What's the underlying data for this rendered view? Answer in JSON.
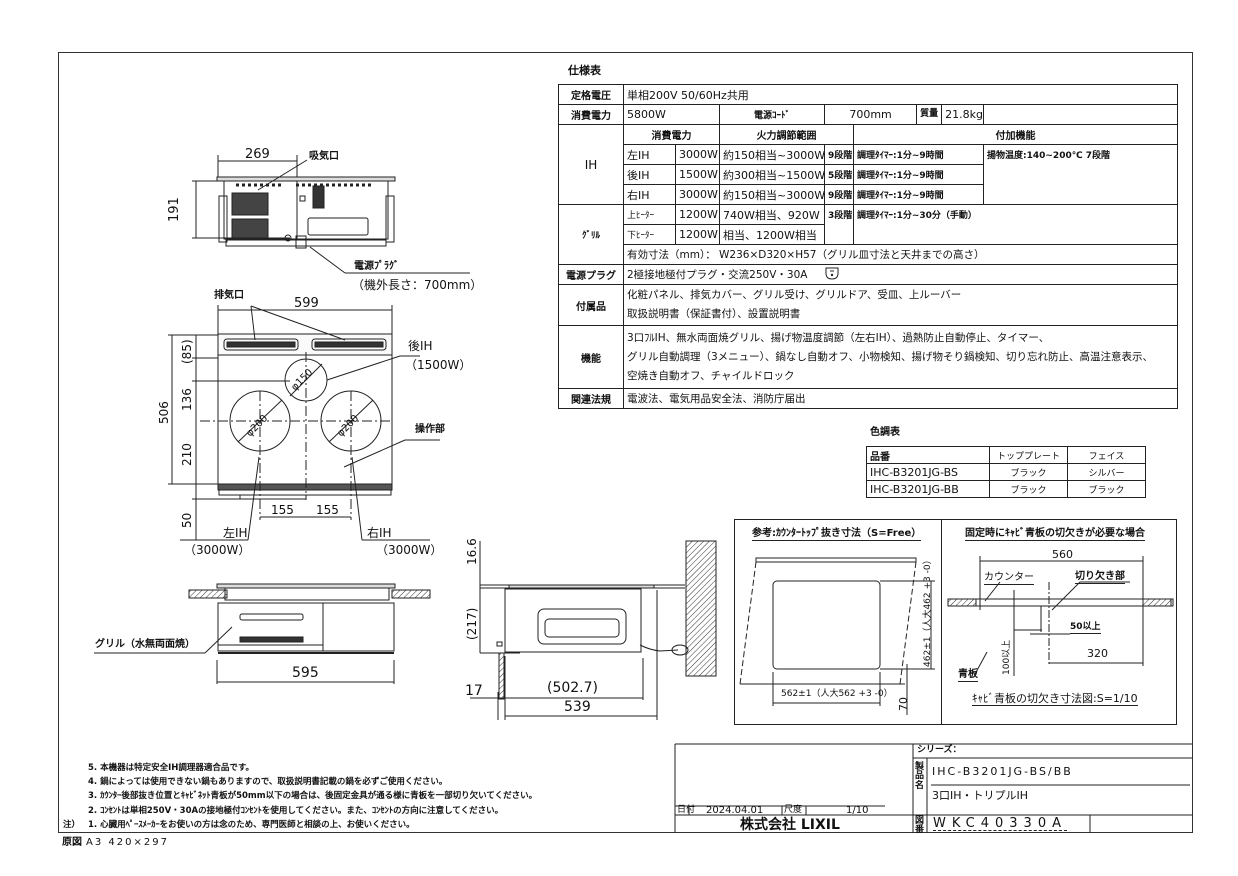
{
  "spec_table": {
    "title": "仕様表",
    "rated_voltage": {
      "label": "定格電圧",
      "value": "単相200V 50/60Hz共用"
    },
    "power_consumption": {
      "label": "消費電力",
      "value": "5800W",
      "cord_label": "電源ｺｰﾄﾞ",
      "cord_value": "700mm",
      "mass_label": "質量",
      "mass_value": "21.8kg"
    },
    "ih": {
      "label": "IH",
      "headers": {
        "power": "消費電力",
        "range": "火力調節範囲",
        "extra": "付加機能"
      },
      "rows": [
        {
          "name": "左IH",
          "power": "3000W",
          "range": "約150相当~3000W",
          "steps": "9段階",
          "timer": "調理ﾀｲﾏｰ:1分~9時間"
        },
        {
          "name": "後IH",
          "power": "1500W",
          "range": "約300相当~1500W",
          "steps": "5段階",
          "timer": "調理ﾀｲﾏｰ:1分~9時間"
        },
        {
          "name": "右IH",
          "power": "3000W",
          "range": "約150相当~3000W",
          "steps": "9段階",
          "timer": "調理ﾀｲﾏｰ:1分~9時間"
        }
      ],
      "fry_temp": "揚物温度:140~200℃  7段階"
    },
    "grill": {
      "label": "ｸﾞﾘﾙ",
      "rows": [
        {
          "name": "上ﾋｰﾀｰ",
          "power": "1200W",
          "range": "740W相当、920W"
        },
        {
          "name": "下ﾋｰﾀｰ",
          "power": "1200W",
          "range": "相当、1200W相当"
        }
      ],
      "steps": "3段階",
      "timer": "調理ﾀｲﾏｰ:1分~30分（手動）",
      "dimensions": "有効寸法（mm）： W236×D320×H57（グリル皿寸法と天井までの高さ）"
    },
    "plug": {
      "label": "電源プラグ",
      "value": "2極接地極付プラグ・交流250V・30A"
    },
    "accessories": {
      "label": "付属品",
      "lines": [
        "化粧パネル、排気カバー、グリル受け、グリルドア、受皿、上ルーバー",
        "取扱説明書（保証書付）、設置説明書"
      ]
    },
    "functions": {
      "label": "機能",
      "lines": [
        "3口ﾌﾙIH、無水両面焼グリル、揚げ物温度調節（左右IH）、過熱防止自動停止、タイマー、",
        "グリル自動調理（3メニュー）、鍋なし自動オフ、小物検知、揚げ物そり鍋検知、切り忘れ防止、高温注意表示、",
        "空焼き自動オフ、チャイルドロック"
      ]
    },
    "regulations": {
      "label": "関連法規",
      "value": "電波法、電気用品安全法、消防庁届出"
    }
  },
  "color_table": {
    "title": "色調表",
    "headers": [
      "品番",
      "トッププレート",
      "フェイス"
    ],
    "rows": [
      [
        "IHC-B3201JG-BS",
        "ブラック",
        "シルバー"
      ],
      [
        "IHC-B3201JG-BB",
        "ブラック",
        "ブラック"
      ]
    ]
  },
  "front_view": {
    "dim_width": "269",
    "dim_height": "191",
    "intake_label": "吸気口",
    "plug_label": "電源ﾌﾟﾗｸﾞ",
    "plug_note": "（機外長さ：700mm）"
  },
  "top_view": {
    "exhaust_label": "排気口",
    "dim_width": "599",
    "dim_total_depth": "506",
    "dim_85": "(85)",
    "dim_136": "136",
    "dim_210": "210",
    "dim_50": "50",
    "dim_155a": "155",
    "dim_155b": "155",
    "rear_ih": "後IH",
    "rear_ih_power": "（1500W）",
    "rear_dia": "φ150",
    "left_dia": "φ200",
    "right_dia": "φ200",
    "control_label": "操作部",
    "left_ih": "左IH",
    "left_ih_power": "（3000W）",
    "right_ih": "右IH",
    "right_ih_power": "（3000W）"
  },
  "section_view": {
    "grill_label": "グリル（水無両面焼）",
    "dim_width": "595"
  },
  "side_view": {
    "dim_16_6": "16.6",
    "dim_217": "(217)",
    "dim_17": "17",
    "dim_502_7": "(502.7)",
    "dim_539": "539"
  },
  "cutout_ref": {
    "title": "参考:ｶｳﾝﾀｰﾄｯﾌﾟ抜き寸法（S=Free）",
    "dim_depth": "462±1（人大462 +3 -0）",
    "dim_width": "562±1（人大562 +3 -0）",
    "dim_70": "70"
  },
  "backboard_cut": {
    "title": "固定時にｷｬﾋﾞ青板の切欠きが必要な場合",
    "dim_560": "560",
    "counter_label": "カウンター",
    "cut_label": "切り欠き部",
    "dim_50": "50以上",
    "dim_100": "100以上",
    "dim_320": "320",
    "backboard_label": "青板",
    "caption": "ｷｬﾋﾞ青板の切欠き寸法図:S=1/10"
  },
  "notes": {
    "prefix": "注）",
    "items": [
      "5. 本機器は特定安全IH調理器適合品です。",
      "4. 鍋によっては使用できない鍋もありますので、取扱説明書記載の鍋を必ずご使用ください。",
      "3. ｶｳﾝﾀｰ後部抜き位置とｷｬﾋﾞﾈｯﾄ青板が50mm以下の場合は、後固定金具が通る様に青板を一部切り欠いてください。",
      "2. ｺﾝｾﾝﾄは単相250V・30Aの接地極付ｺﾝｾﾝﾄを使用してください。また、ｺﾝｾﾝﾄの方向に注意してください。",
      "1. 心臓用ﾍﾟｰｽﾒｰｶｰをお使いの方は念のため、専門医師と相談の上、お使いください。"
    ]
  },
  "title_block": {
    "date_label": "日付",
    "date": "2024.04.01",
    "scale_label": "尺度",
    "scale": "1/10",
    "company": "株式会社 LIXIL",
    "series_label": "シリーズ：",
    "product_label": "製品名",
    "model": "IHC-B3201JG-BS/BB",
    "product_name": "3口IH・トリプルIH",
    "drawing_no_label": "図番",
    "drawing_no": "WKC40330A"
  },
  "paper": {
    "label": "原図",
    "size": "A3  420×297"
  }
}
